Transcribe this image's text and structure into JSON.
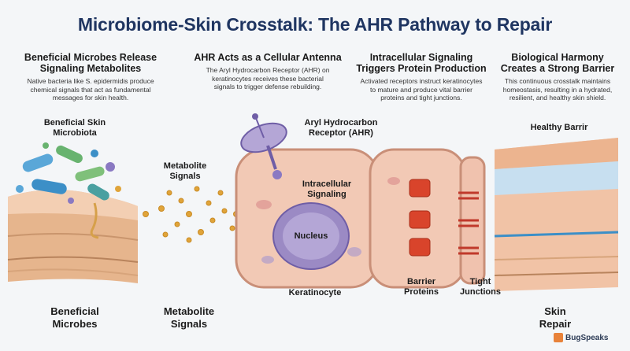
{
  "title": "Microbiome-Skin Crosstalk: The AHR Pathway to Repair",
  "columns": [
    {
      "heading_line1": "Beneficial Microbes Release",
      "heading_line2": "Signaling Metabolites",
      "desc_line1": "Native bacteria like S. epidermidis produce",
      "desc_line2": "chemical signals that act as fundamental",
      "desc_line3": "messages for skin health."
    },
    {
      "heading_line1": "AHR Acts as a Cellular Antenna",
      "heading_line2": "",
      "desc_line1": "The Aryl Hydrocarbon Receptor (AHR) on",
      "desc_line2": "keratinocytes receives these bacterial",
      "desc_line3": "signals to trigger defense rebuilding."
    },
    {
      "heading_line1": "Intracellular Signaling",
      "heading_line2": "Triggers Protein Production",
      "desc_line1": "Activated receptors instruct keratinocytes",
      "desc_line2": "to mature and produce vital barrier",
      "desc_line3": "proteins and tight junctions."
    },
    {
      "heading_line1": "Biological Harmony",
      "heading_line2": "Creates a Strong Barrier",
      "desc_line1": "This continuous crosstalk maintains",
      "desc_line2": "homeostasis, resulting in a hydrated,",
      "desc_line3": "resilient, and healthy skin shield."
    }
  ],
  "labels": {
    "microbiota_line1": "Beneficial Skin",
    "microbiota_line2": "Microbiota",
    "metabolite_line1": "Metabolite",
    "metabolite_line2": "Signals",
    "ahr_line1": "Aryl Hydrocarbon",
    "ahr_line2": "Receptor (AHR)",
    "intracellular_line1": "Intracellular",
    "intracellular_line2": "Signaling",
    "nucleus": "Nucleus",
    "keratinocyte": "Keratinocyte",
    "barrier_line1": "Barrier",
    "barrier_line2": "Proteins",
    "tight_line1": "Tight",
    "tight_line2": "Junctions",
    "healthy_barrier": "Healthy Barrir"
  },
  "bottom": {
    "microbes_line1": "Beneficial",
    "microbes_line2": "Microbes",
    "signals_line1": "Metabolite",
    "signals_line2": "Signals",
    "repair_line1": "Skin",
    "repair_line2": "Repair"
  },
  "brand": "BugSpeaks",
  "colors": {
    "title": "#1f3561",
    "cell_fill": "#f2c9b5",
    "nucleus": "#9b8ac4",
    "protein": "#d9442b",
    "metabolite": "#e0a43a",
    "receptor": "#8a79c2"
  }
}
